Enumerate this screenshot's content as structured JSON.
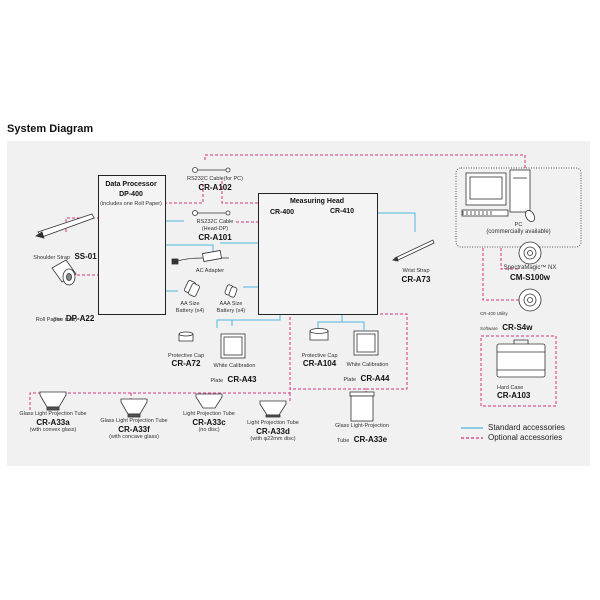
{
  "title": "System Diagram",
  "colors": {
    "standard_line": "#4fb6de",
    "optional_line": "#d6337d",
    "panel_bg": "#f1f1f1"
  },
  "legend": {
    "standard": "Standard accessories",
    "optional": "Optional accessories"
  },
  "data_processor": {
    "title": "Data Processor",
    "model": "DP-400",
    "note": "(includes one Roll Paper)"
  },
  "measuring_head": {
    "title": "Measuring Head",
    "models": [
      "CR-400",
      "CR-410"
    ]
  },
  "items": {
    "rs232c_pc": {
      "label": "RS232C Cable(for PC)",
      "code": "CR-A102"
    },
    "rs232c_head": {
      "label1": "RS232C Cable",
      "label2": "(Head-DP)",
      "code": "CR-A101"
    },
    "shoulder_strap": {
      "label": "Shoulder Strap",
      "code": "SS-01"
    },
    "roll_paper": {
      "label": "Roll Paper",
      "code": "DP-A22",
      "note": "(five rolls)"
    },
    "ac_adapter": {
      "label": "AC Adapter"
    },
    "aa_battery": {
      "label1": "AA Size",
      "label2": "Battery (x4)"
    },
    "aaa_battery": {
      "label1": "AAA Size",
      "label2": "Battery (x4)"
    },
    "wrist_strap": {
      "label": "Wrist Strap",
      "code": "CR-A73"
    },
    "pc": {
      "label1": "PC",
      "label2": "(commercially available)"
    },
    "spectramagic": {
      "label": "SpectraMagic™ NX",
      "code": "CM-S100w"
    },
    "utility": {
      "label1": "CR-400 Utility",
      "label2": "Software",
      "code": "CR-S4w"
    },
    "hard_case": {
      "label": "Hard Case",
      "code": "CR-A103"
    },
    "cap_a72": {
      "label": "Protective Cap",
      "code": "CR-A72"
    },
    "plate_a43": {
      "label1": "White Calibration",
      "label2": "Plate",
      "code": "CR-A43"
    },
    "cap_a104": {
      "label": "Protective Cap",
      "code": "CR-A104"
    },
    "plate_a44": {
      "label1": "White Calibration",
      "label2": "Plate",
      "code": "CR-A44"
    },
    "tube_a33a": {
      "label": "Glass Light Projection Tube",
      "code": "CR-A33a",
      "note": "(with convex glass)"
    },
    "tube_a33f": {
      "label": "Glass Light Projection Tube",
      "code": "CR-A33f",
      "note": "(with concave glass)"
    },
    "tube_a33c": {
      "label": "Light Projection Tube",
      "code": "CR-A33c",
      "note": "(no disc)"
    },
    "tube_a33d": {
      "label": "Light Projection Tube",
      "code": "CR-A33d",
      "note": "(with φ22mm disc)"
    },
    "tube_a33e": {
      "label1": "Glass Light-Projection",
      "label2": "Tube",
      "code": "CR-A33e"
    }
  }
}
